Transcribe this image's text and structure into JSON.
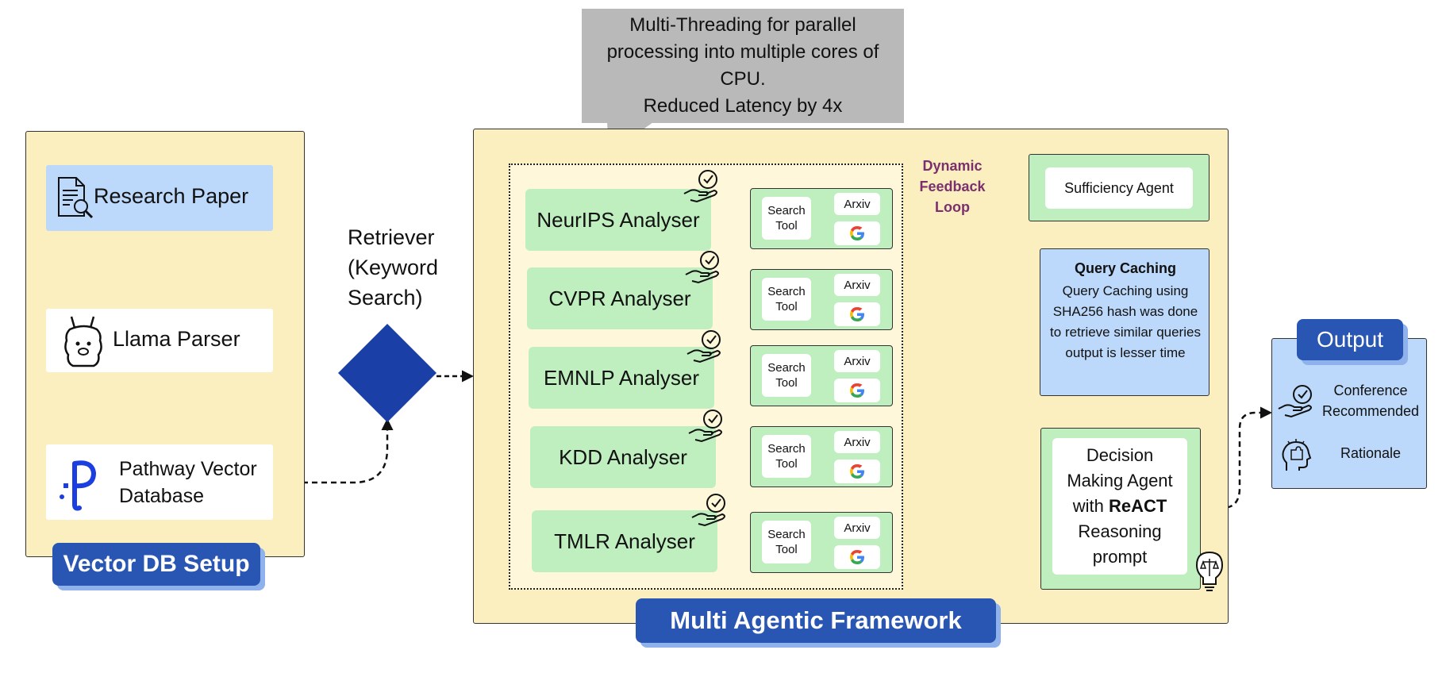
{
  "callout": {
    "line1": "Multi-Threading for parallel",
    "line2": "processing into multiple cores of",
    "line3": "CPU.",
    "line4": "Reduced Latency by 4x"
  },
  "vector_db": {
    "banner": "Vector DB Setup",
    "research_paper": "Research Paper",
    "llama_parser": "Llama Parser",
    "pathway_line1": "Pathway Vector",
    "pathway_line2": "Database"
  },
  "retriever": {
    "line1": "Retriever",
    "line2": "(Keyword",
    "line3": "Search)"
  },
  "framework": {
    "banner": "Multi Agentic Framework",
    "analysers": [
      "NeurIPS Analyser",
      "CVPR Analyser",
      "EMNLP Analyser",
      "KDD Analyser",
      "TMLR Analyser"
    ],
    "search_tool_line1": "Search",
    "search_tool_line2": "Tool",
    "arxiv": "Arxiv",
    "feedback_line1": "Dynamic",
    "feedback_line2": "Feedback",
    "feedback_line3": "Loop",
    "sufficiency_agent": "Sufficiency Agent",
    "query_caching_title": "Query Caching",
    "query_caching_body": "Query Caching using SHA256 hash was done to retrieve similar queries output is lesser time",
    "decision_line1": "Decision",
    "decision_line2": "Making Agent",
    "decision_line3_prefix": "with ",
    "decision_line3_bold": "ReACT",
    "decision_line4": "Reasoning",
    "decision_line5": "prompt"
  },
  "output": {
    "banner": "Output",
    "item1_line1": "Conference",
    "item1_line2": "Recommended",
    "item2": "Rationale"
  },
  "colors": {
    "panel_yellow": "#fcefbf",
    "green": "#bfefbf",
    "blue_banner": "#2956b2",
    "light_blue": "#bcd8fa",
    "diamond": "#1a40a8",
    "callout_gray": "#b9b9b9",
    "feedback_purple": "#7b2f6e"
  },
  "icons": [
    "document-search-icon",
    "llama-icon",
    "pathway-logo-icon",
    "hand-check-icon",
    "google-icon",
    "bulb-scale-icon",
    "head-puzzle-icon"
  ]
}
